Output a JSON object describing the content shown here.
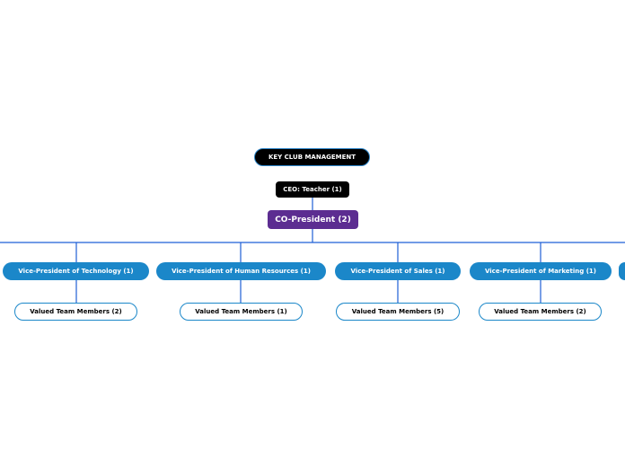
{
  "diagram": {
    "title": "KEY CLUB MANAGEMENT",
    "ceo": "CEO: Teacher (1)",
    "co_president": "CO-President (2)",
    "vice_presidents": [
      {
        "label": "Vice-President of Technology (1)",
        "team": "Valued Team Members (2)"
      },
      {
        "label": "Vice-President of Human Resources (1)",
        "team": "Valued Team Members (1)"
      },
      {
        "label": "Vice-President of Sales (1)",
        "team": "Valued Team Members (5)"
      },
      {
        "label": "Vice-President of Marketing (1)",
        "team": "Valued Team Members (2)"
      }
    ],
    "colors": {
      "connector": "#1f5fd6",
      "vp_fill": "#1b87c9",
      "co_president_fill": "#5c2d91",
      "dark_fill": "#000000"
    }
  }
}
